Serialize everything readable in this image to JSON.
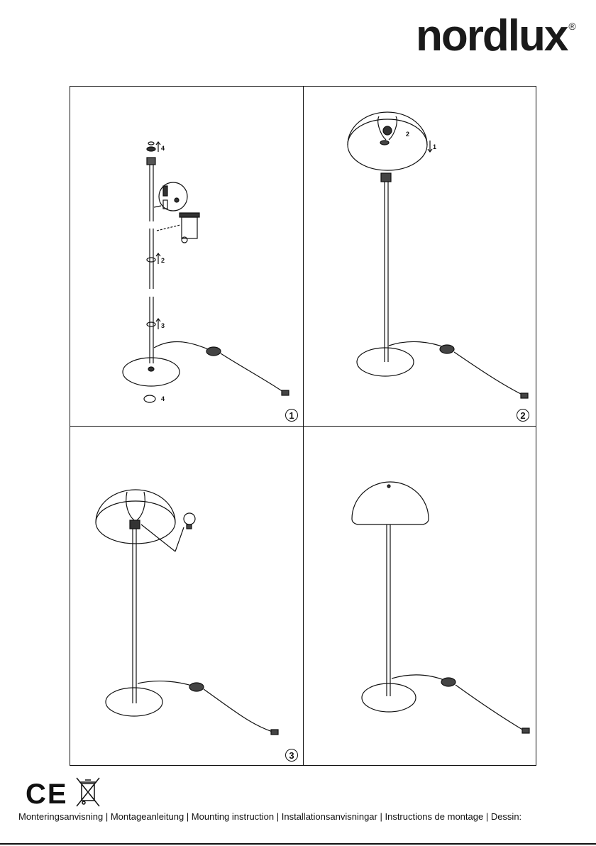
{
  "brand": {
    "name": "nordlux",
    "registered": "®"
  },
  "panels": [
    {
      "step": "1",
      "arrow_labels": [
        "4",
        "2",
        "3",
        "4"
      ]
    },
    {
      "step": "2",
      "arrow_labels": [
        "2",
        "1"
      ]
    },
    {
      "step": "3",
      "arrow_labels": []
    },
    {
      "step": "",
      "arrow_labels": []
    }
  ],
  "marks": {
    "ce": "CE",
    "weee_icon": "crossed-bin-icon"
  },
  "footer": {
    "text": "Monteringsanvisning | Montageanleitung | Mounting instruction | Installationsanvisningar | Instructions de montage | Dessin:"
  }
}
